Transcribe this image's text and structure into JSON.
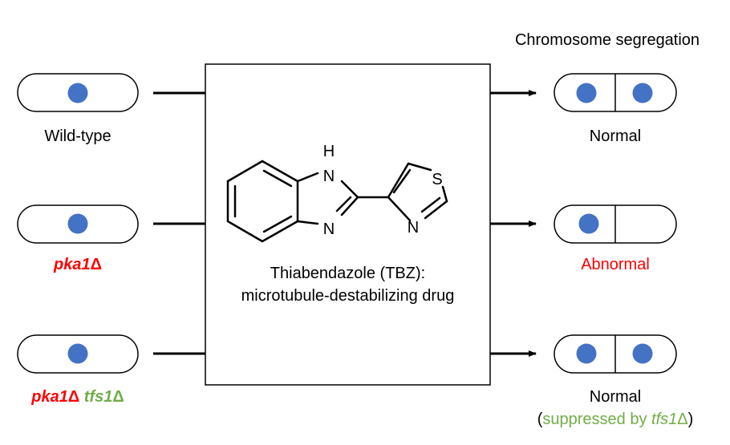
{
  "header": {
    "title": "Chromosome segregation"
  },
  "inputs": [
    {
      "id": "wild-type",
      "label_parts": [
        {
          "text": "Wild-type",
          "style": "plain",
          "color": "#000000"
        }
      ]
    },
    {
      "id": "pka1",
      "label_parts": [
        {
          "text": "pka1",
          "style": "italic",
          "color": "#ff0000"
        },
        {
          "text": "Δ",
          "style": "plain",
          "color": "#ff0000"
        }
      ]
    },
    {
      "id": "pka1-tfs1",
      "label_parts": [
        {
          "text": "pka1",
          "style": "italic",
          "color": "#ff0000"
        },
        {
          "text": "Δ",
          "style": "plain",
          "color": "#ff0000"
        },
        {
          "text": " ",
          "style": "plain",
          "color": "#000000"
        },
        {
          "text": "tfs1",
          "style": "italic",
          "color": "#70ad47"
        },
        {
          "text": "Δ",
          "style": "plain",
          "color": "#70ad47"
        }
      ]
    }
  ],
  "drug": {
    "line1": "Thiabendazole (TBZ):",
    "line2": "microtubule-destabilizing drug",
    "atoms": {
      "h": "H",
      "n_top": "N",
      "n_bottom": "N",
      "s": "S",
      "n_thiazole": "N"
    }
  },
  "outputs": [
    {
      "id": "normal-1",
      "nuclei": "both",
      "label_parts": [
        {
          "text": "Normal",
          "style": "plain",
          "color": "#000000"
        }
      ]
    },
    {
      "id": "abnormal",
      "nuclei": "left-only",
      "label_parts": [
        {
          "text": "Abnormal",
          "style": "plain",
          "color": "#ff0000"
        }
      ]
    },
    {
      "id": "normal-2",
      "nuclei": "both",
      "label_parts": [
        {
          "text": "Normal",
          "style": "plain",
          "color": "#000000"
        }
      ],
      "note_parts": [
        {
          "text": "(",
          "style": "plain",
          "color": "#000000"
        },
        {
          "text": "suppressed by ",
          "style": "plain",
          "color": "#70ad47"
        },
        {
          "text": "tfs1",
          "style": "italic",
          "color": "#70ad47"
        },
        {
          "text": "Δ",
          "style": "plain",
          "color": "#70ad47"
        },
        {
          "text": ")",
          "style": "plain",
          "color": "#000000"
        }
      ]
    }
  ],
  "colors": {
    "nucleus": "#4472c4",
    "stroke": "#000000",
    "red": "#ff0000",
    "green": "#70ad47"
  }
}
